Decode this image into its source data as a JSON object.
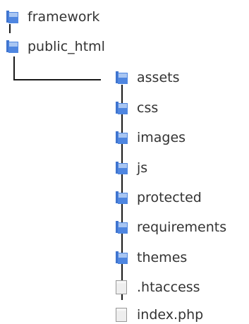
{
  "tree": {
    "root_items": [
      {
        "label": "framework",
        "icon": "folder-icon"
      },
      {
        "label": "public_html",
        "icon": "folder-icon"
      }
    ],
    "child_items": [
      {
        "label": "assets",
        "icon": "folder-icon"
      },
      {
        "label": "css",
        "icon": "folder-icon"
      },
      {
        "label": "images",
        "icon": "folder-icon"
      },
      {
        "label": "js",
        "icon": "folder-icon"
      },
      {
        "label": "protected",
        "icon": "folder-icon"
      },
      {
        "label": "requirements",
        "icon": "folder-icon"
      },
      {
        "label": "themes",
        "icon": "folder-icon"
      },
      {
        "label": ".htaccess",
        "icon": "file-icon"
      },
      {
        "label": "index.php",
        "icon": "file-icon"
      }
    ]
  },
  "colors": {
    "folder_blue": "#4f86e0",
    "folder_light": "#a9c6f2",
    "file_fill": "#eeeeee",
    "file_border": "#999999",
    "text": "#333333",
    "line": "#1a1a1a"
  }
}
